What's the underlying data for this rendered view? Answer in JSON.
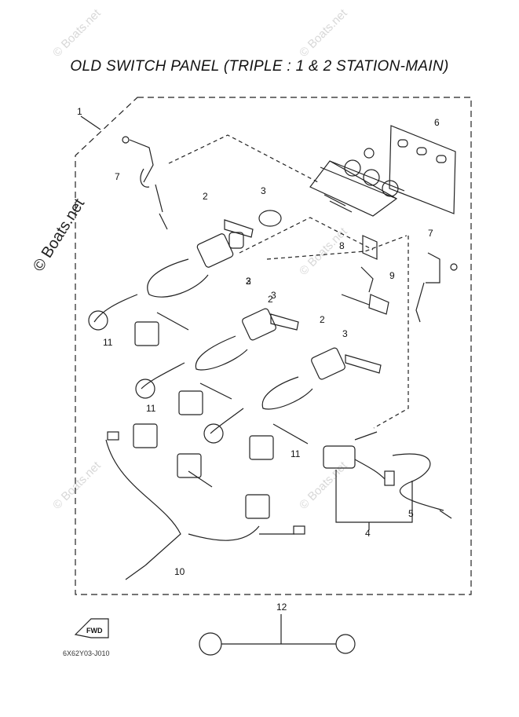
{
  "diagram": {
    "title": "OLD SWITCH PANEL (TRIPLE : 1 & 2 STATION-MAIN)",
    "side_watermark": "© Boats.net",
    "watermark_text": "© Boats.net",
    "diagram_code": "6X62Y03-J010",
    "fwd_label": "FWD",
    "part_callouts": [
      "1",
      "2",
      "3",
      "6",
      "7",
      "2",
      "3",
      "7",
      "8",
      "9",
      "2",
      "3",
      "2",
      "3",
      "11",
      "11",
      "11",
      "10",
      "4",
      "5",
      "12"
    ]
  }
}
